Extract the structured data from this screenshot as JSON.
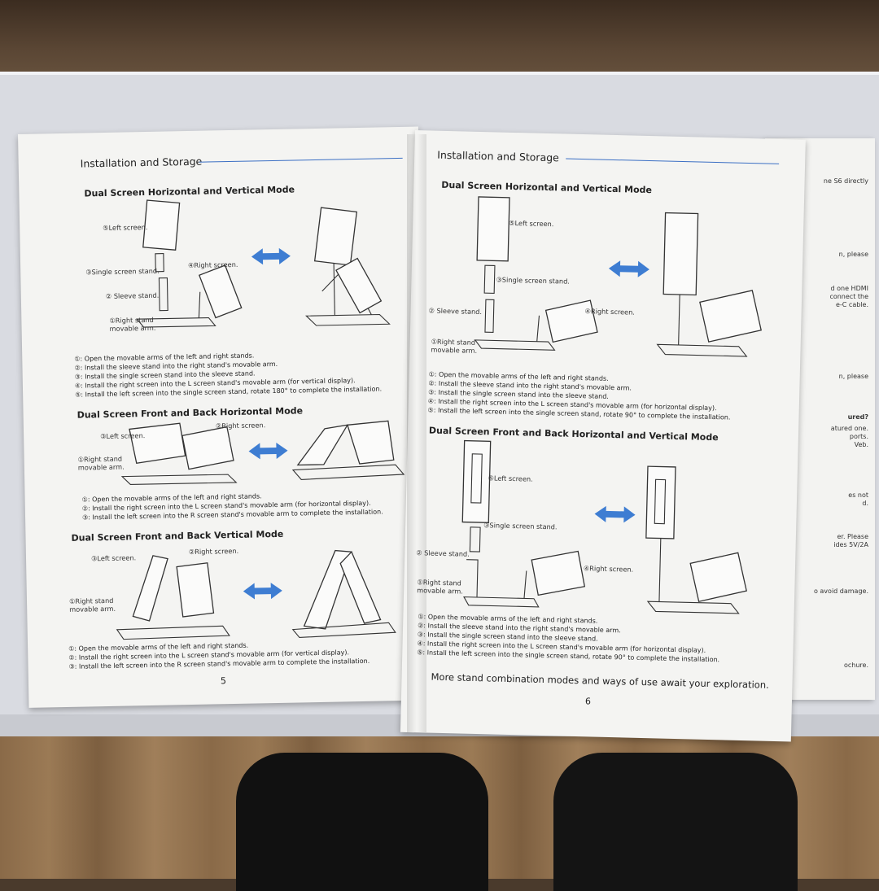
{
  "left_page": {
    "header": "Installation and Storage",
    "page_number": "5",
    "section1": {
      "title": "Dual Screen Horizontal and Vertical Mode",
      "labels": {
        "left_screen": "⑤Left screen.",
        "single_stand": "③Single screen stand.",
        "right_screen": "④Right screen.",
        "sleeve_stand": "② Sleeve stand.",
        "right_stand": "①Right stand\nmovable arm."
      },
      "steps": [
        "①: Open the movable arms of the left and right stands.",
        "②: Install the sleeve stand into the right stand's movable arm.",
        "③: Install the single screen stand into the sleeve stand.",
        "④: Install the right screen into the L screen stand's movable arm (for vertical display).",
        "⑤: Install the left screen into the single screen stand, rotate 180° to complete the installation."
      ]
    },
    "section2": {
      "title": "Dual Screen Front and Back Horizontal Mode",
      "labels": {
        "right_screen": "②Right screen.",
        "left_screen": "③Left screen.",
        "right_stand": "①Right stand\nmovable arm."
      },
      "steps": [
        "①: Open the movable arms of the left and right stands.",
        "②: Install the right screen into the L screen stand's movable arm (for horizontal display).",
        "③: Install the left screen into the R screen stand's movable arm to complete the installation."
      ]
    },
    "section3": {
      "title": "Dual Screen Front and Back Vertical Mode",
      "labels": {
        "left_screen": "③Left screen.",
        "right_screen": "②Right screen.",
        "right_stand": "①Right stand\nmovable arm."
      },
      "steps": [
        "①: Open the movable arms of the left and right stands.",
        "②: Install the right screen into the L screen stand's movable arm (for vertical display).",
        "③: Install the left screen into the R screen stand's movable arm to complete the installation."
      ]
    }
  },
  "right_page": {
    "header": "Installation and Storage",
    "page_number": "6",
    "section1": {
      "title": "Dual Screen Horizontal and Vertical Mode",
      "labels": {
        "left_screen": "⑤Left screen.",
        "single_stand": "③Single screen stand.",
        "sleeve_stand": "② Sleeve stand.",
        "right_screen": "④Right screen.",
        "right_stand": "①Right stand\nmovable arm."
      },
      "steps": [
        "①: Open the movable arms of the left and right stands.",
        "②: Install the sleeve stand into the right stand's movable arm.",
        "③: Install the single screen stand into the sleeve stand.",
        "④: Install the right screen into the L screen stand's movable arm (for horizontal display).",
        "⑤: Install the left screen into the single screen stand, rotate 90° to complete the installation."
      ]
    },
    "section2": {
      "title": "Dual Screen Front and Back Horizontal and Vertical Mode",
      "labels": {
        "left_screen": "⑤Left screen.",
        "single_stand": "③Single screen stand.",
        "sleeve_stand": "② Sleeve stand.",
        "right_screen": "④Right screen.",
        "right_stand": "①Right stand\nmovable arm."
      },
      "steps": [
        "①: Open the movable arms of the left and right stands.",
        "②: Install the sleeve stand into the right stand's movable arm.",
        "③: Install the single screen stand into the sleeve stand.",
        "④: Install the right screen into the L screen stand's movable arm (for horizontal display).",
        "⑤: Install the left screen into the single screen stand, rotate 90° to complete the installation."
      ]
    },
    "footer": "More stand combination modes and ways of use await your exploration."
  },
  "back_sheet": {
    "fragments": [
      "ne S6 directly",
      "n, please",
      "d one HDMI\nconnect the\ne-C cable.",
      "n, please",
      "ured?",
      "atured one.\nports.\nVeb.",
      "es not\nd.",
      "er. Please\nides 5V/2A",
      "o avoid damage.",
      "ochure."
    ]
  },
  "colors": {
    "accent": "#3e7dd2",
    "paper": "#f4f4f2"
  }
}
